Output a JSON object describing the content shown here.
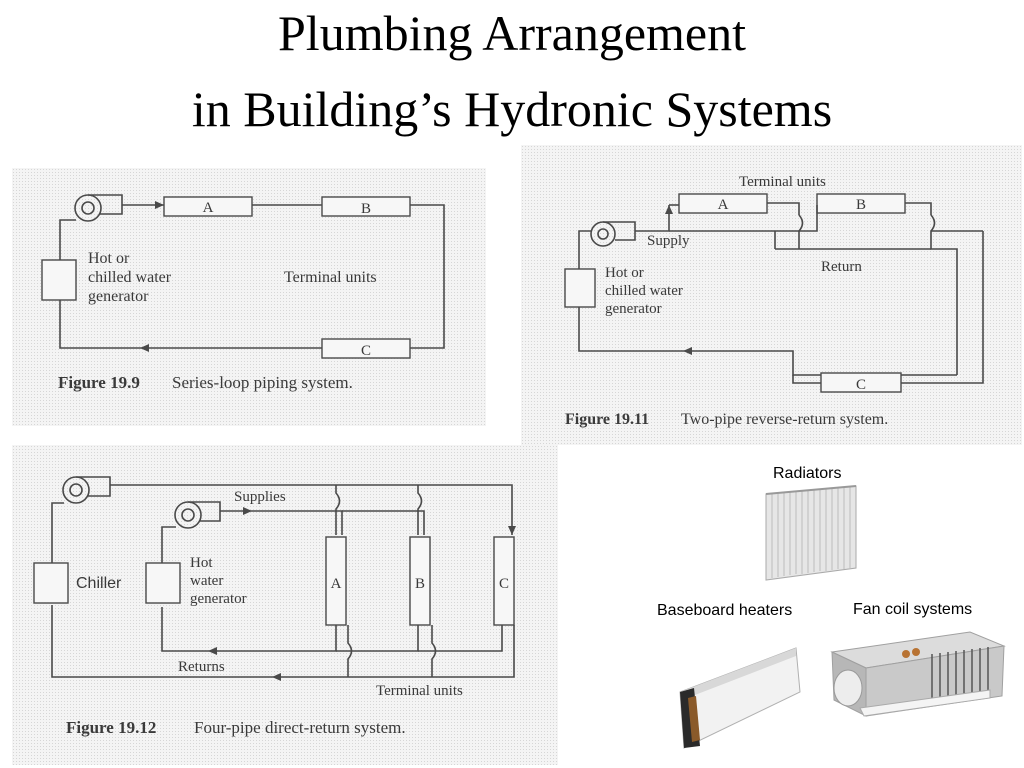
{
  "title": {
    "line1": "Plumbing Arrangement",
    "line2": "in Building’s Hydronic Systems"
  },
  "fig_19_9": {
    "box_a": "A",
    "box_b": "B",
    "box_c": "C",
    "generator_l1": "Hot or",
    "generator_l2": "chilled water",
    "generator_l3": "generator",
    "terminal_units": "Terminal units",
    "caption_num": "Figure 19.9",
    "caption_text": "Series-loop piping system."
  },
  "fig_19_11": {
    "terminal_units": "Terminal units",
    "box_a": "A",
    "box_b": "B",
    "box_c": "C",
    "supply": "Supply",
    "return": "Return",
    "generator_l1": "Hot or",
    "generator_l2": "chilled water",
    "generator_l3": "generator",
    "caption_num": "Figure 19.11",
    "caption_text": "Two-pipe reverse-return system."
  },
  "fig_19_12": {
    "supplies": "Supplies",
    "chiller": "Chiller",
    "generator_l1": "Hot",
    "generator_l2": "water",
    "generator_l3": "generator",
    "box_a": "A",
    "box_b": "B",
    "box_c": "C",
    "returns": "Returns",
    "terminal_units": "Terminal units",
    "caption_num": "Figure 19.12",
    "caption_text": "Four-pipe direct-return system."
  },
  "photos": {
    "radiators": "Radiators",
    "baseboard": "Baseboard heaters",
    "fancoil": "Fan coil systems"
  },
  "colors": {
    "line": "#4a4a4a",
    "scan_bg": "#f4f4f4"
  }
}
